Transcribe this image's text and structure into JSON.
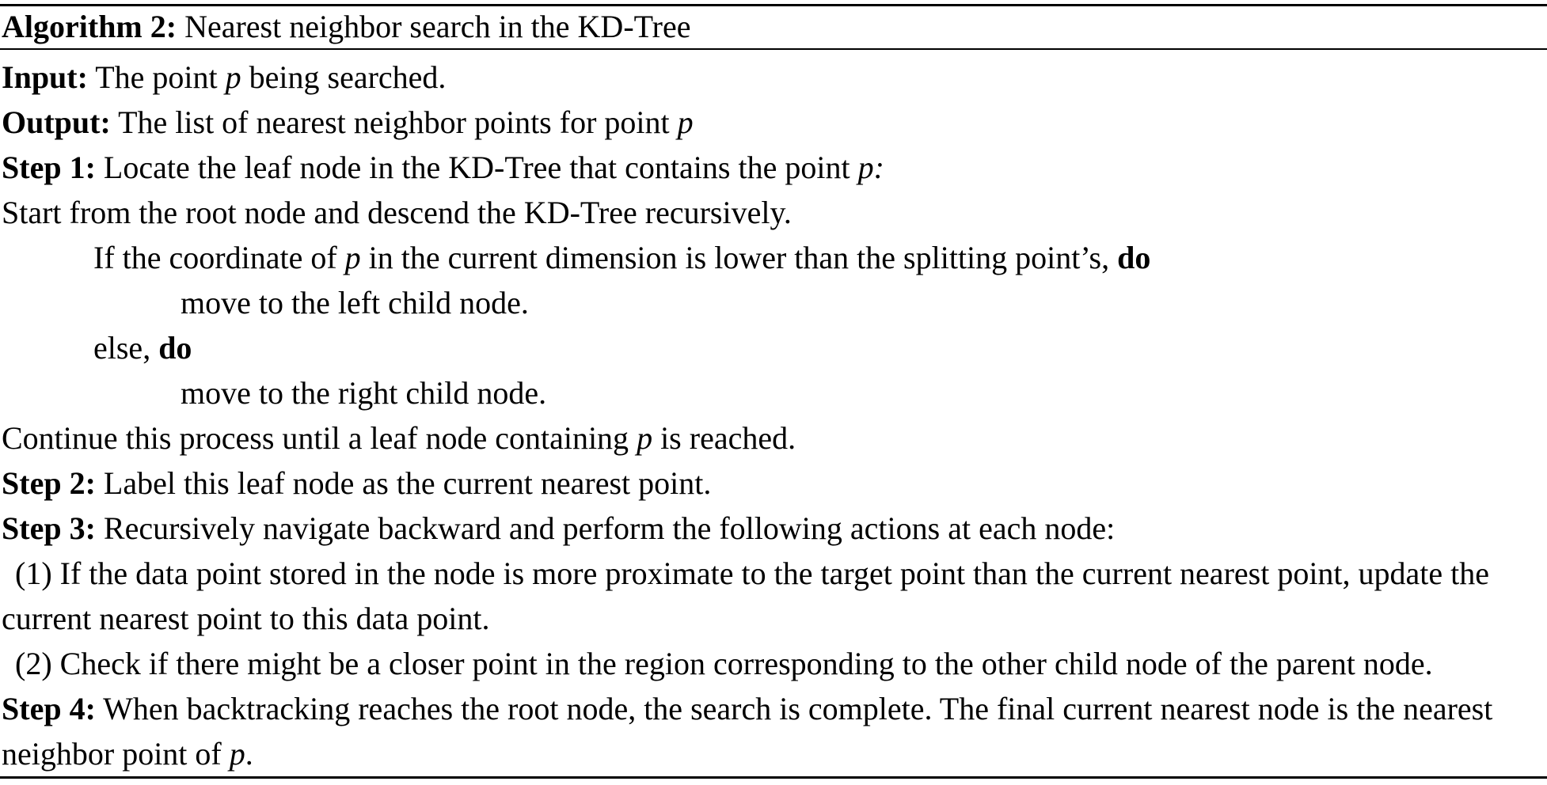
{
  "algorithm": {
    "label": "Algorithm 2:",
    "title": "Nearest neighbor search in the KD-Tree",
    "lines": {
      "input_label": "Input:",
      "input_text": " The point ",
      "input_var": "p",
      "input_tail": " being searched.",
      "output_label": "Output:",
      "output_text": " The list of nearest neighbor points for point ",
      "output_var": "p",
      "step1_label": "Step 1:",
      "step1_text": " Locate the leaf node in the KD-Tree that contains the point ",
      "step1_var": "p:",
      "step1_start": "Start from the root node and descend the KD-Tree recursively.",
      "if_text": "If the coordinate of ",
      "if_var": "p",
      "if_tail": " in the current dimension is lower than the splitting point’s, ",
      "if_kw": "do",
      "move_left": "move to the left child node.",
      "else_text": "else, ",
      "else_kw": "do",
      "move_right": "move to the right child node.",
      "continue_text": "Continue this process until a leaf node containing ",
      "continue_var": "p",
      "continue_tail": " is reached.",
      "step2_label": "Step 2:",
      "step2_text": " Label this leaf node as the current nearest point.",
      "step3_label": "Step 3:",
      "step3_text": " Recursively navigate backward and perform the following actions at each node:",
      "item1": "(1) If the data point stored in the node is more proximate to the target point than the current nearest point, update the current nearest point to this data point.",
      "item2": "(2) Check if there might be a closer point in the region corresponding to the other child node of the parent node.",
      "step4_label": "Step 4:",
      "step4_text": " When backtracking reaches the root node, the search is complete. The final current nearest node is the nearest neighbor point of ",
      "step4_var": "p",
      "step4_tail": "."
    }
  }
}
